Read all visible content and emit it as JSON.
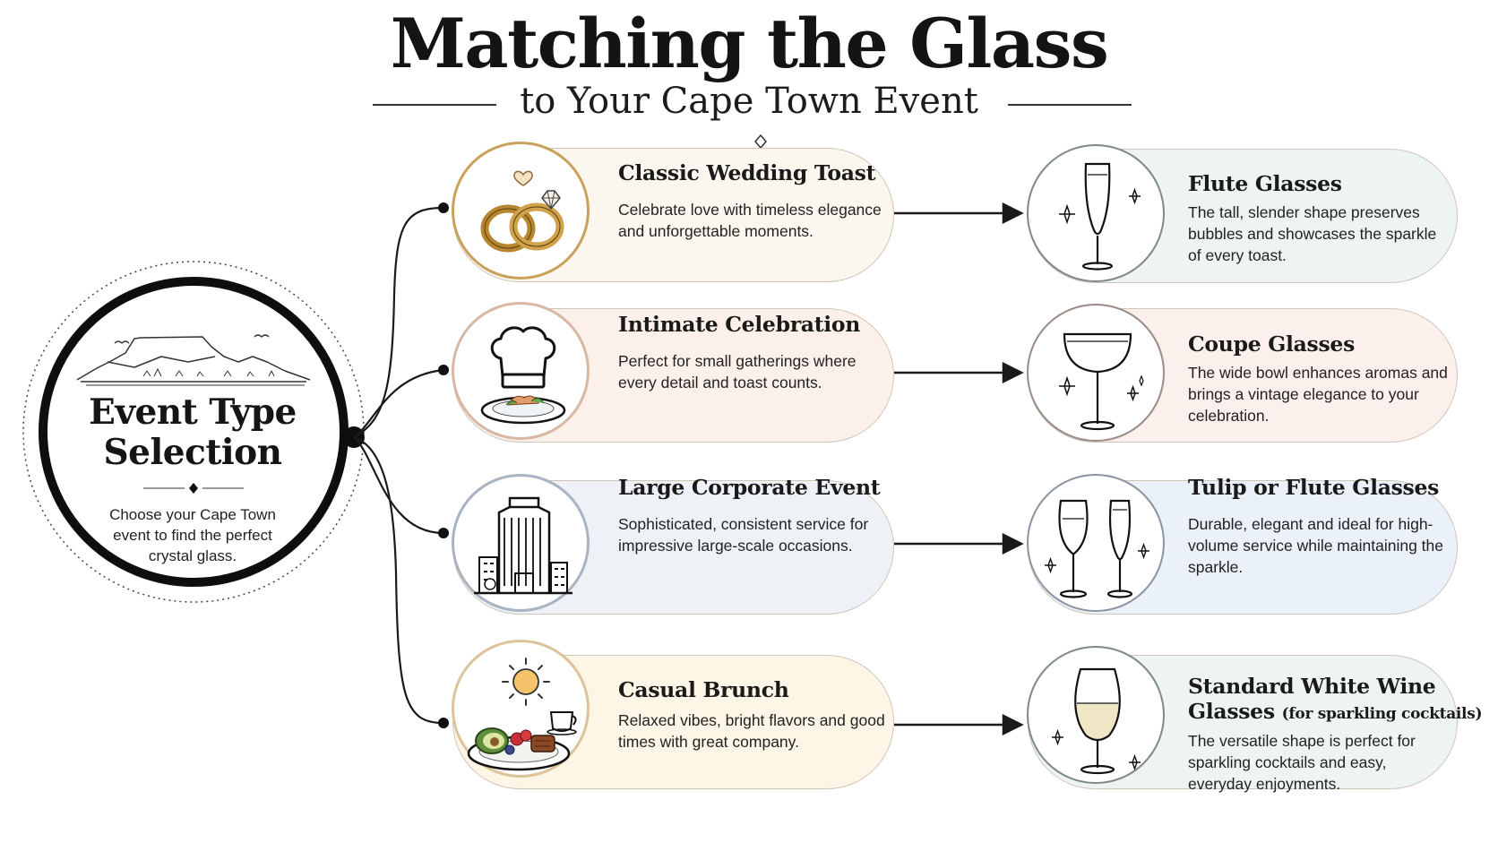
{
  "header": {
    "title": "Matching the Glass",
    "subtitle": "to Your Cape Town Event"
  },
  "hub": {
    "title_line1": "Event Type",
    "title_line2": "Selection",
    "description": "Choose your Cape Town event to find the perfect crystal glass."
  },
  "events": [
    {
      "title": "Classic Wedding Toast",
      "description": "Celebrate love with timeless elegance and unforgettable moments.",
      "icon": "wedding-rings-icon"
    },
    {
      "title": "Intimate Celebration",
      "description": "Perfect for small gatherings where every detail and toast counts.",
      "icon": "chef-hat-plate-icon"
    },
    {
      "title": "Large Corporate Event",
      "description": "Sophisticated, consistent service for impressive large-scale occasions.",
      "icon": "office-building-icon"
    },
    {
      "title": "Casual Brunch",
      "description": "Relaxed vibes, bright flavors and good times with great company.",
      "icon": "brunch-plate-sun-icon"
    }
  ],
  "glasses": [
    {
      "title": "Flute Glasses",
      "note": "",
      "description": "The tall, slender shape preserves bubbles and showcases the sparkle of every toast.",
      "icon": "flute-glass-icon"
    },
    {
      "title": "Coupe Glasses",
      "note": "",
      "description": "The wide bowl enhances aromas and brings a vintage elegance to your celebration.",
      "icon": "coupe-glass-icon"
    },
    {
      "title": "Tulip or Flute Glasses",
      "note": "",
      "description": "Durable, elegant and ideal for high-volume service while maintaining the sparkle.",
      "icon": "tulip-flute-glasses-icon"
    },
    {
      "title_line1": "Standard White Wine",
      "title_line2": "Glasses",
      "note": "(for sparkling cocktails)",
      "description": "The versatile shape is perfect for sparkling cocktails and easy, everyday enjoyments.",
      "icon": "white-wine-glass-icon"
    }
  ],
  "colors": {
    "wedding_bg": "#fbf6ee",
    "celebration_bg": "#fcf1ea",
    "corporate_bg": "#eef2f7",
    "brunch_bg": "#fdf6e6",
    "flute_bg": "#eef4f1",
    "coupe_bg": "#fcf0ec",
    "tulip_bg": "#ebf1f8",
    "white_wine_bg": "#eef4f1",
    "gold": "#c9a15a",
    "ink": "#141414"
  }
}
